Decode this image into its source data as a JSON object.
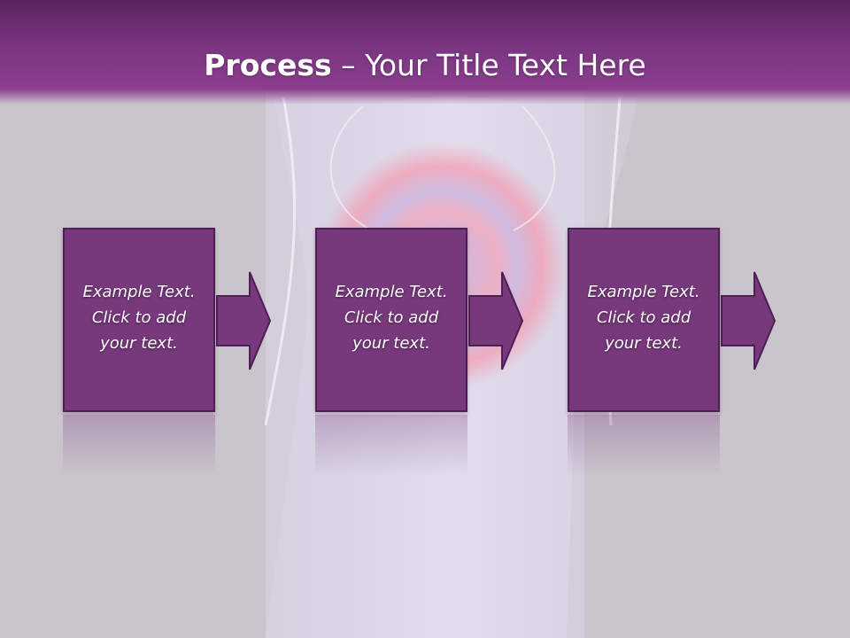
{
  "title": {
    "bold": "Process",
    "rest": " – Your Title Text Here"
  },
  "steps": [
    {
      "line1": "Example Text.",
      "line2": "Click  to add",
      "line3": "your text."
    },
    {
      "line1": "Example Text.",
      "line2": "Click  to add",
      "line3": "your text."
    },
    {
      "line1": "Example Text.",
      "line2": "Click  to add",
      "line3": "your text."
    }
  ],
  "colors": {
    "header": "#7a3580",
    "box": "#77387c",
    "box_border": "#4e1f55",
    "background": "#c9c4cc"
  }
}
